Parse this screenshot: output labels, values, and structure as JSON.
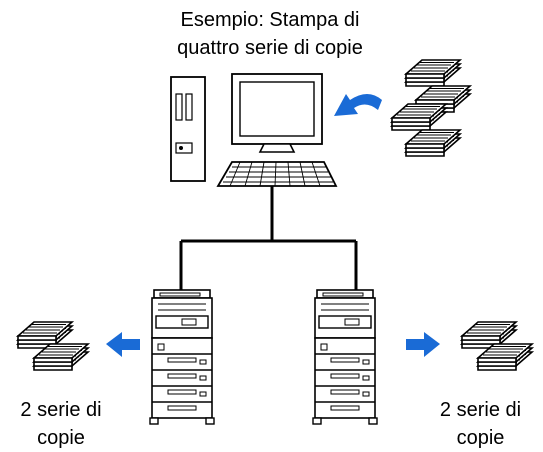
{
  "title": {
    "line1": "Esempio: Stampa di",
    "line2": "quattro serie di copie"
  },
  "left_output": {
    "line1": "2 serie di",
    "line2": "copie"
  },
  "right_output": {
    "line1": "2 serie di",
    "line2": "copie"
  },
  "colors": {
    "arrow": "#1a6bd6",
    "line": "#000000",
    "fill": "#ffffff"
  },
  "icons": [
    "tower-pc-icon",
    "monitor-icon",
    "keyboard-icon",
    "document-stack-icon",
    "printer-icon",
    "arrow-icon"
  ]
}
